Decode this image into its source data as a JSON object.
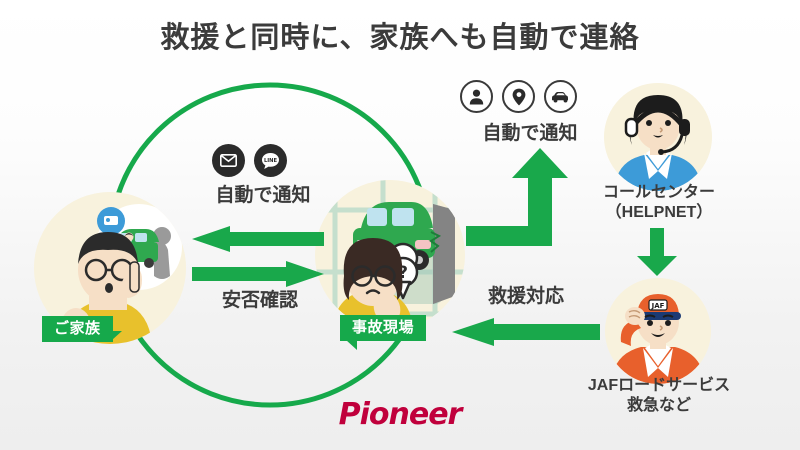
{
  "slide": {
    "title": "救援と同時に、家族へも自動で連絡",
    "background_top": "#ffffff",
    "background_bottom": "#eeeeee",
    "accent_green": "#16a94b",
    "text_color": "#3b3b3b"
  },
  "nodes": {
    "family": {
      "badge": "ご家族",
      "illustration": "person-on-phone-with-car-thought-bubble"
    },
    "accident_scene": {
      "badge": "事故現場",
      "illustration": "green-car-crashed-into-wall-with-worried-woman"
    },
    "call_center": {
      "label_line1": "コールセンター",
      "label_line2": "（HELPNET）",
      "illustration": "operator-with-headset"
    },
    "jaf": {
      "label_line1": "JAFロードサービス",
      "label_line2": "救急など",
      "illustration": "jaf-staff-saluting-orange-uniform"
    }
  },
  "flows": {
    "notify_family": {
      "label": "自動で通知",
      "icons": [
        "mail-icon",
        "line-icon"
      ],
      "direction": "scene-to-family"
    },
    "safety_check": {
      "label": "安否確認",
      "direction": "family-to-scene"
    },
    "auto_notify_center": {
      "label": "自動で通知",
      "icons": [
        "person-icon",
        "location-pin-icon",
        "car-icon"
      ],
      "direction": "scene-to-call-center"
    },
    "dispatch": {
      "label": "救援対応",
      "direction": "jaf-to-scene"
    },
    "center_to_jaf": {
      "label": "",
      "direction": "call-center-to-jaf"
    }
  },
  "branding": {
    "logo_text": "Pioneer",
    "logo_color": "#c0003c"
  }
}
